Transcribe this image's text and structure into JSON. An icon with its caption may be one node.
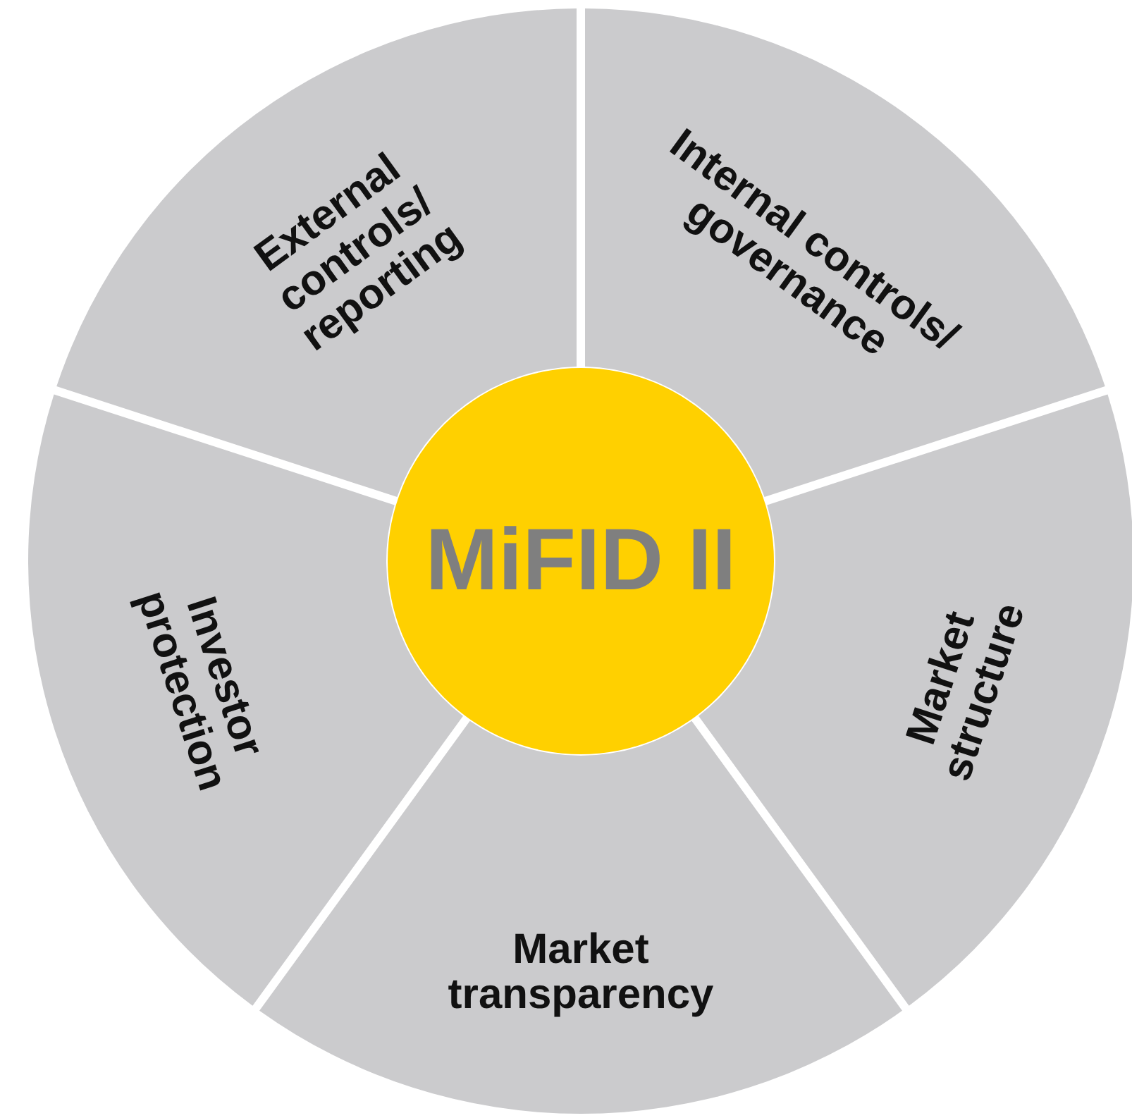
{
  "diagram": {
    "nodes": [
      {
        "text": [
          "External controls/ reporting"
        ]
      },
      {
        "text": [
          "Internal controls/ governance"
        ]
      },
      {
        "text": [
          "MiFID II"
        ]
      },
      {
        "text": [
          "Investor protection"
        ]
      },
      {
        "text": [
          "Market structure"
        ]
      },
      {
        "text": [
          "Market transparency"
        ]
      }
    ]
  }
}
